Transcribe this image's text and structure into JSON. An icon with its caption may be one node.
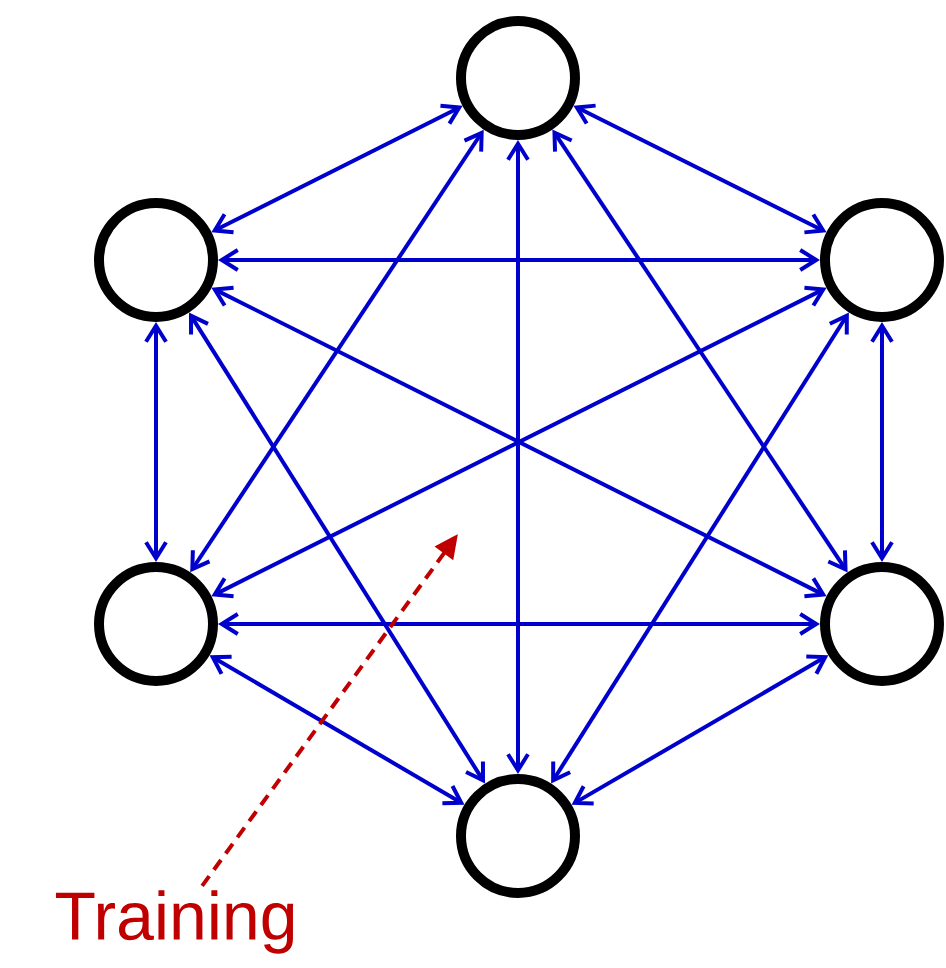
{
  "diagram": {
    "nodes": [
      {
        "text": [],
        "shape": "circle"
      },
      {
        "text": [],
        "shape": "circle"
      },
      {
        "text": [],
        "shape": "circle"
      },
      {
        "text": [],
        "shape": "circle"
      },
      {
        "text": [],
        "shape": "circle"
      },
      {
        "text": [],
        "shape": "circle"
      },
      {
        "text": [
          "Training"
        ]
      }
    ],
    "edges": [
      {
        "from": 0,
        "to": 1,
        "arrow": "both"
      },
      {
        "from": 0,
        "to": 2,
        "arrow": "both"
      },
      {
        "from": 0,
        "to": 3,
        "arrow": "both"
      },
      {
        "from": 0,
        "to": 4,
        "arrow": "both"
      },
      {
        "from": 0,
        "to": 5,
        "arrow": "both"
      },
      {
        "from": 1,
        "to": 2,
        "arrow": "both"
      },
      {
        "from": 1,
        "to": 3,
        "arrow": "both"
      },
      {
        "from": 1,
        "to": 4,
        "arrow": "both"
      },
      {
        "from": 1,
        "to": 5,
        "arrow": "both"
      },
      {
        "from": 2,
        "to": 3,
        "arrow": "both"
      },
      {
        "from": 2,
        "to": 4,
        "arrow": "both"
      },
      {
        "from": 2,
        "to": 5,
        "arrow": "both"
      },
      {
        "from": 3,
        "to": 4,
        "arrow": "both"
      },
      {
        "from": 3,
        "to": 5,
        "arrow": "both"
      },
      {
        "from": 4,
        "to": 5,
        "arrow": "both"
      },
      {
        "from": 6,
        "to": null,
        "arrow": "to",
        "style": "dashed",
        "color": "#c00000"
      }
    ]
  }
}
